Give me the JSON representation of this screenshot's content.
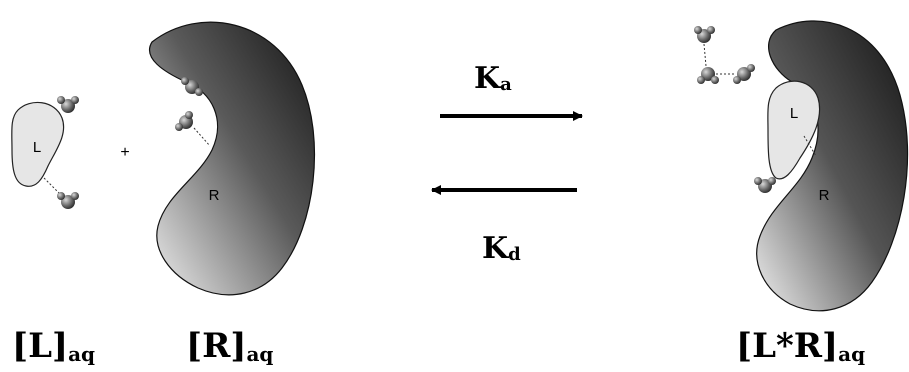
{
  "labels": {
    "ligand": "L",
    "receptor": "R",
    "plus": "+",
    "complex_ligand": "L",
    "complex_receptor": "R"
  },
  "rates": {
    "association": {
      "main": "K",
      "sub": "a"
    },
    "dissociation": {
      "main": "K",
      "sub": "d"
    }
  },
  "bottom_labels": {
    "ligand": {
      "main": "[L]",
      "sub": "aq"
    },
    "receptor": {
      "main": "[R]",
      "sub": "aq"
    },
    "complex": {
      "main": "[L*R]",
      "sub": "aq"
    }
  },
  "colors": {
    "ink": "#000000",
    "ligand_fill": "#e6e6e6",
    "receptor_dark": "#1a1a1a",
    "receptor_light": "#ececec",
    "water": "#555555"
  }
}
